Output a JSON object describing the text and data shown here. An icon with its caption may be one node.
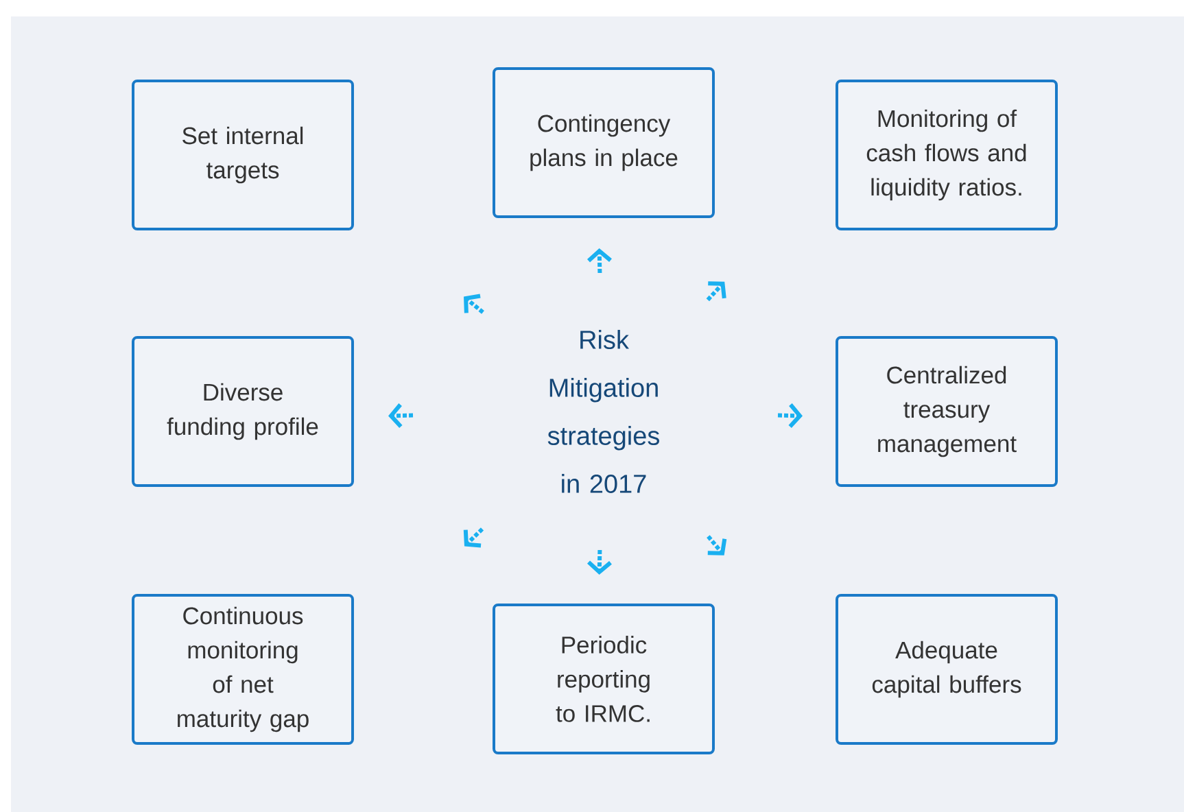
{
  "diagram": {
    "nodes": [
      {
        "text": [
          "Set internal targets"
        ]
      },
      {
        "text": [
          "Contingency plans in place"
        ]
      },
      {
        "text": [
          "Monitoring of cash flows and liquidity ratios."
        ]
      },
      {
        "text": [
          "Diverse funding profile"
        ]
      },
      {
        "text": [
          "Risk Mitigation strategies in 2017"
        ]
      },
      {
        "text": [
          "Centralized treasury management"
        ]
      },
      {
        "text": [
          "Continuous monitoring of net maturity gap"
        ]
      },
      {
        "text": [
          "Periodic reporting to IRMC."
        ]
      },
      {
        "text": [
          "Adequate capital buffers"
        ]
      }
    ]
  }
}
